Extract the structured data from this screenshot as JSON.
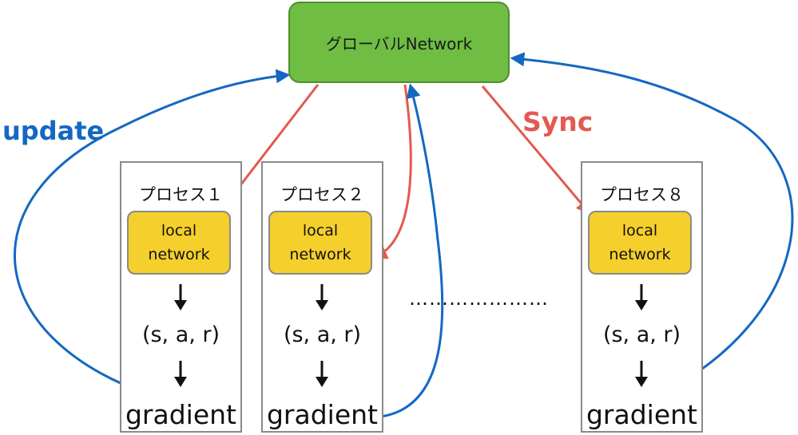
{
  "global": {
    "title": "グローバルNetwork"
  },
  "processes": [
    {
      "title": "プロセス１",
      "local_line1": "local",
      "local_line2": "network",
      "sar": "(s, a, r)",
      "gradient": "gradient"
    },
    {
      "title": "プロセス２",
      "local_line1": "local",
      "local_line2": "network",
      "sar": "(s, a, r)",
      "gradient": "gradient"
    },
    {
      "title": "プロセス８",
      "local_line1": "local",
      "local_line2": "network",
      "sar": "(s, a, r)",
      "gradient": "gradient"
    }
  ],
  "labels": {
    "update": "update",
    "sync": "Sync",
    "ellipsis": "…………………"
  },
  "colors": {
    "update": "#1468c2",
    "sync": "#e25a50",
    "global_fill": "#6fbd43",
    "local_fill": "#f5cf2b"
  }
}
